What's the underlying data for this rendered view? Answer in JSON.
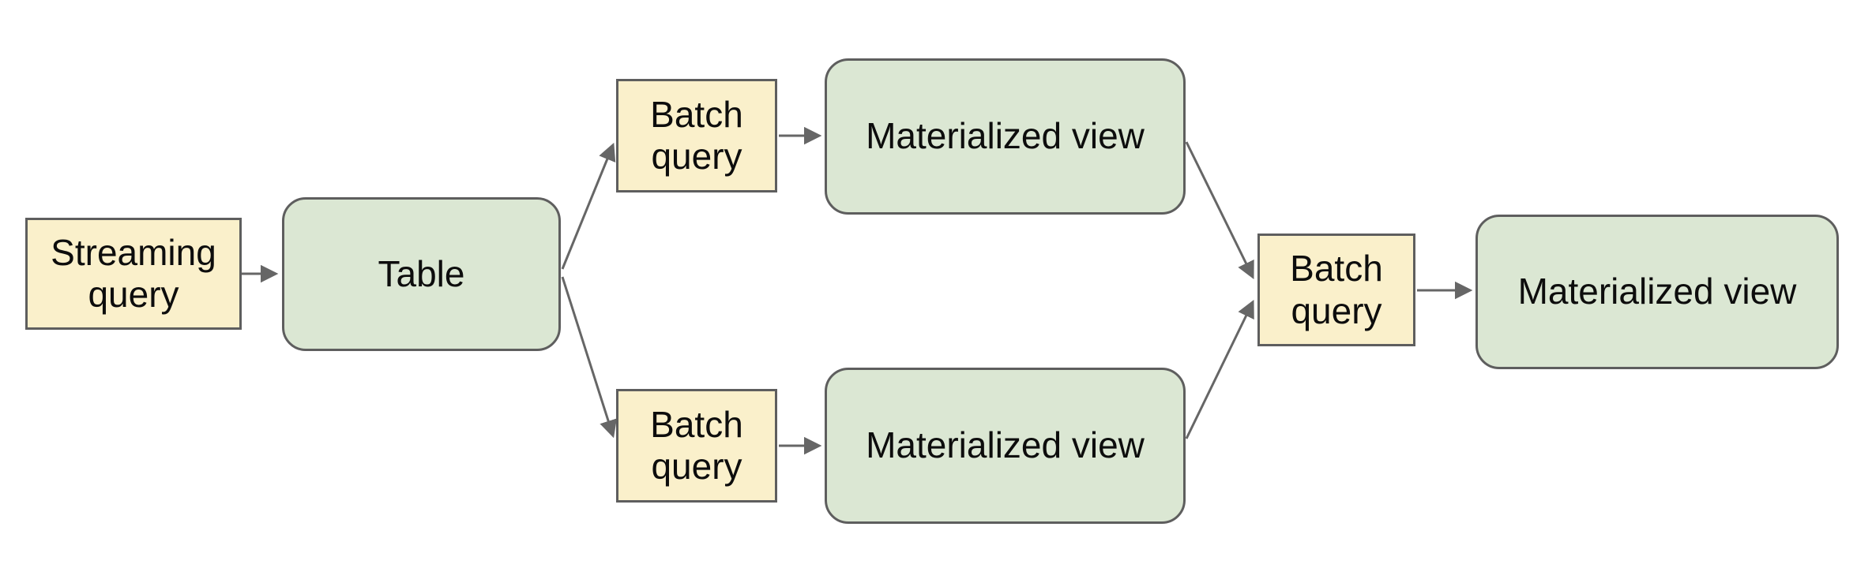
{
  "diagram": {
    "background_color": "#ffffff",
    "text_color": "#0d0d0d",
    "arrow_color": "#666666",
    "node_kinds": {
      "query": {
        "shape": "rectangle",
        "fill": "#faf0cb",
        "border": "#5e5e5e"
      },
      "storage": {
        "shape": "rounded-rectangle",
        "fill": "#dbe7d3",
        "border": "#5e5e5e"
      }
    },
    "nodes": {
      "streaming_query": {
        "label": "Streaming query",
        "kind": "query"
      },
      "table": {
        "label": "Table",
        "kind": "storage"
      },
      "batch_query_top": {
        "label": "Batch query",
        "kind": "query"
      },
      "materialized_view_top": {
        "label": "Materialized view",
        "kind": "storage"
      },
      "batch_query_bottom": {
        "label": "Batch query",
        "kind": "query"
      },
      "materialized_view_bottom": {
        "label": "Materialized view",
        "kind": "storage"
      },
      "batch_query_right": {
        "label": "Batch query",
        "kind": "query"
      },
      "materialized_view_right": {
        "label": "Materialized view",
        "kind": "storage"
      }
    },
    "edges": [
      {
        "from": "streaming_query",
        "to": "table"
      },
      {
        "from": "table",
        "to": "batch_query_top"
      },
      {
        "from": "batch_query_top",
        "to": "materialized_view_top"
      },
      {
        "from": "table",
        "to": "batch_query_bottom"
      },
      {
        "from": "batch_query_bottom",
        "to": "materialized_view_bottom"
      },
      {
        "from": "materialized_view_top",
        "to": "batch_query_right"
      },
      {
        "from": "materialized_view_bottom",
        "to": "batch_query_right"
      },
      {
        "from": "batch_query_right",
        "to": "materialized_view_right"
      }
    ]
  }
}
